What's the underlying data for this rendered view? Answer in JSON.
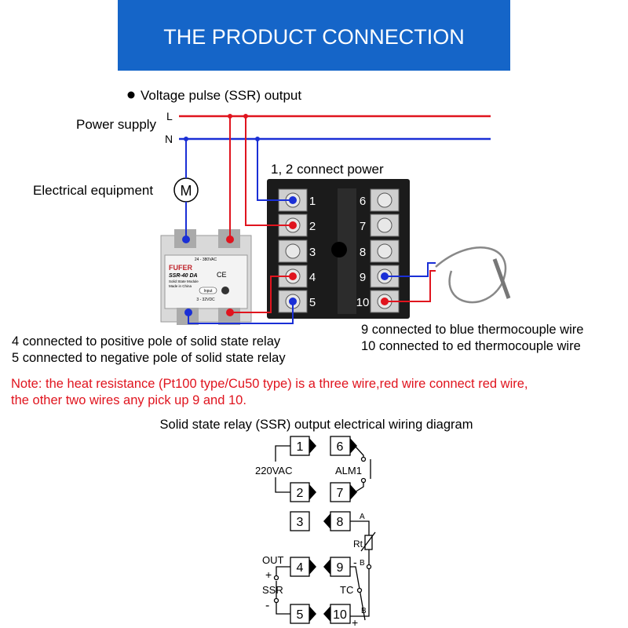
{
  "header": {
    "title": "THE PRODUCT CONNECTION",
    "bg_color": "#1565c8"
  },
  "bullet": "Voltage pulse (SSR) output",
  "power": {
    "label": "Power supply",
    "L": "L",
    "N": "N",
    "live_color": "#e0141e",
    "neutral_color": "#1a2fd6"
  },
  "equipment_label": "Electrical equipment",
  "motor_symbol": "M",
  "connect_power_label": "1, 2 connect power",
  "terminals_left": [
    "1",
    "2",
    "3",
    "4",
    "5"
  ],
  "terminals_right": [
    "6",
    "7",
    "8",
    "9",
    "10"
  ],
  "ssr": {
    "brand": "FUFER",
    "model": "SSR-40 DA",
    "sub1": "Solid State Module",
    "sub2": "Made in China",
    "ac": "24 - 380VAC",
    "dc": "3 - 32VDC",
    "input": "Input",
    "ce": "CE"
  },
  "notes_left": [
    "4 connected to positive pole of solid state relay",
    "5 connected to negative pole of solid state relay"
  ],
  "notes_right": [
    "9 connected to blue thermocouple wire",
    "10 connected to ed thermocouple wire"
  ],
  "warning": [
    "Note: the heat resistance (Pt100 type/Cu50 type) is a three wire,red wire connect red wire,",
    "the other two wires any pick up 9 and 10."
  ],
  "warning_color": "#e0141e",
  "schematic": {
    "title": "Solid state relay (SSR) output electrical wiring diagram",
    "vac": "220VAC",
    "alm": "ALM1",
    "out": "OUT",
    "ssr": "SSR",
    "plus": "+",
    "minus": "-",
    "A": "A",
    "B": "B",
    "rt": "Rt",
    "tc": "TC"
  }
}
